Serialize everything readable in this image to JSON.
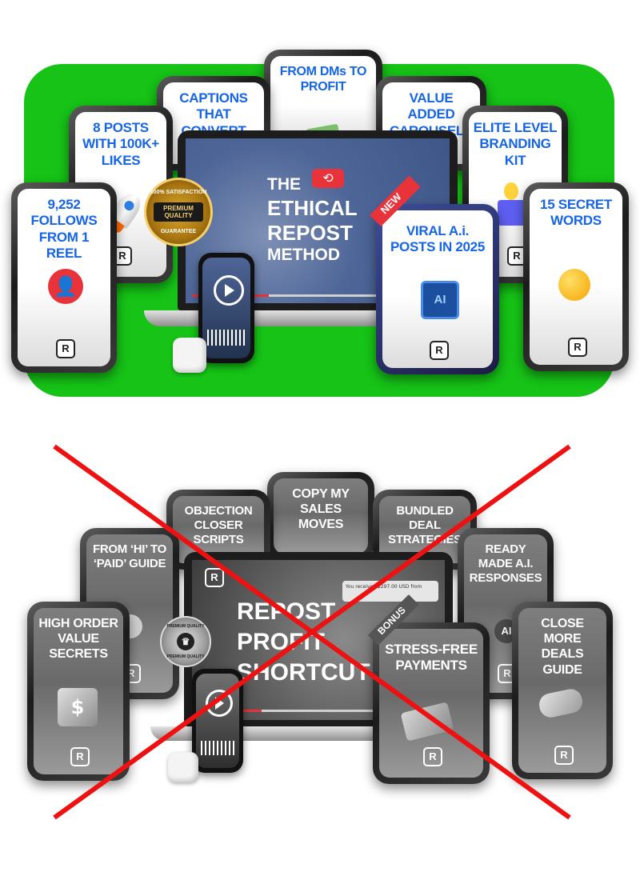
{
  "top_bundle": {
    "main_product": {
      "line1": "THE",
      "line2": "ETHICAL",
      "line3": "REPOST",
      "line4": "METHOD"
    },
    "badge_text": {
      "top": "100% SATISFACTION",
      "middle": "PREMIUM QUALITY",
      "bottom": "GUARANTEE"
    },
    "new_ribbon": "NEW",
    "tablets": [
      {
        "label": "9,252 FOLLOWS FROM 1 REEL",
        "icon": "add-user-icon"
      },
      {
        "label": "8 POSTS WITH 100K+ LIKES",
        "icon": "rocket-icon"
      },
      {
        "label": "CAPTIONS THAT CONVERT",
        "icon": ""
      },
      {
        "label": "FROM DMs TO PROFIT",
        "icon": "money-icon"
      },
      {
        "label": "VALUE ADDED CAROUSELS",
        "icon": ""
      },
      {
        "label": "ELITE LEVEL BRANDING KIT",
        "icon": "lightbulb-box-icon"
      },
      {
        "label": "15 SECRET WORDS",
        "icon": "surprised-emoji-icon"
      },
      {
        "label": "VIRAL A.i. POSTS IN 2025",
        "icon": "ai-chip-icon"
      }
    ],
    "logo_letter": "R"
  },
  "bottom_bundle": {
    "main_product": {
      "line1": "REPOST",
      "line2": "PROFIT",
      "line3": "SHORTCUT"
    },
    "badge_text": {
      "top": "PREMIUM QUALITY",
      "bottom": "PREMIUM QUALITY"
    },
    "bonus_ribbon": "BONUS",
    "tablets": [
      {
        "label": "HIGH ORDER VALUE SECRETS",
        "icon": "dollar-box-icon"
      },
      {
        "label": "FROM ‘HI’ TO ‘PAID’ GUIDE",
        "icon": "hand-coins-icon"
      },
      {
        "label": "OBJECTION CLOSER SCRIPTS",
        "icon": ""
      },
      {
        "label": "COPY MY SALES MOVES",
        "icon": ""
      },
      {
        "label": "BUNDLED DEAL STRATEGIES",
        "icon": ""
      },
      {
        "label": "READY MADE A.I. RESPONSES",
        "icon": "ai-chat-icon"
      },
      {
        "label": "CLOSE MORE DEALS GUIDE",
        "icon": "handshake-icon"
      },
      {
        "label": "STRESS-FREE PAYMENTS",
        "icon": "credit-card-icon"
      }
    ],
    "notification_text": "You received $297.00 USD from",
    "logo_letter": "R"
  },
  "colors": {
    "green": "#16c316",
    "blue_text": "#1565e6",
    "cross_red": "#ee1111"
  }
}
